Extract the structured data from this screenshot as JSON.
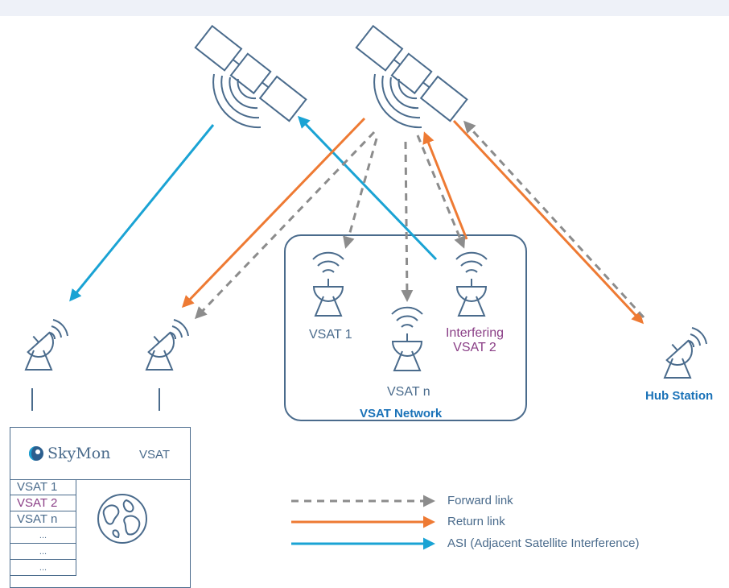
{
  "colors": {
    "forward": "#8c8c8c",
    "return": "#ee7a33",
    "asi": "#1aa3d4",
    "ink": "#4a6b8c",
    "purple": "#8a3e86",
    "accent": "#1a72b8"
  },
  "terminals": {
    "vsat1": "VSAT 1",
    "vsatn": "VSAT n",
    "interfering_line1": "Interfering",
    "interfering_line2": "VSAT 2",
    "network": "VSAT Network",
    "hub": "Hub Station"
  },
  "skymon": {
    "brand": "SkyMon",
    "header_right": "VSAT",
    "items": [
      "VSAT 1",
      "VSAT 2",
      "VSAT n",
      "...",
      "...",
      "..."
    ]
  },
  "legend": {
    "forward": "Forward link",
    "return": "Return link",
    "asi": "ASI (Adjacent Satellite Interference)"
  },
  "icons": [
    "satellite-icon",
    "dish-antenna-icon",
    "globe-icon",
    "skymon-logo-icon"
  ]
}
